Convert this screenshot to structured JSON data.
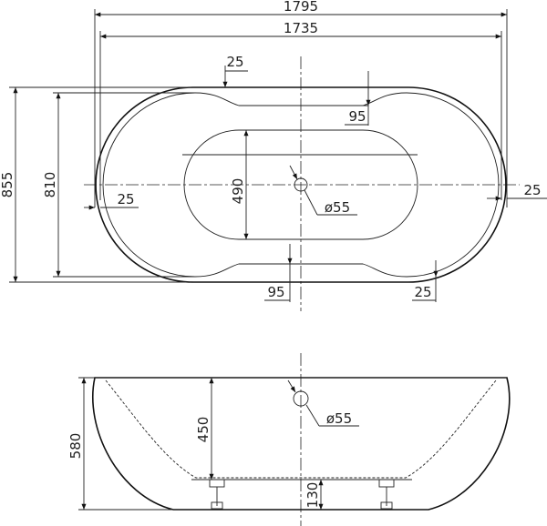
{
  "top_view": {
    "overall_length": "1795",
    "inner_length": "1735",
    "overall_width": "855",
    "inner_width": "810",
    "basin_width": "490",
    "rim_top": "25",
    "rim_side_left": "25",
    "rim_side_right": "25",
    "rim_bottom_right": "25",
    "neck_top": "95",
    "neck_bottom": "95",
    "drain": "ø55"
  },
  "side_view": {
    "height": "580",
    "inner_depth": "450",
    "feet_height": "130",
    "overflow": "ø55"
  },
  "colors": {
    "line": "#111111",
    "background": "#ffffff"
  }
}
